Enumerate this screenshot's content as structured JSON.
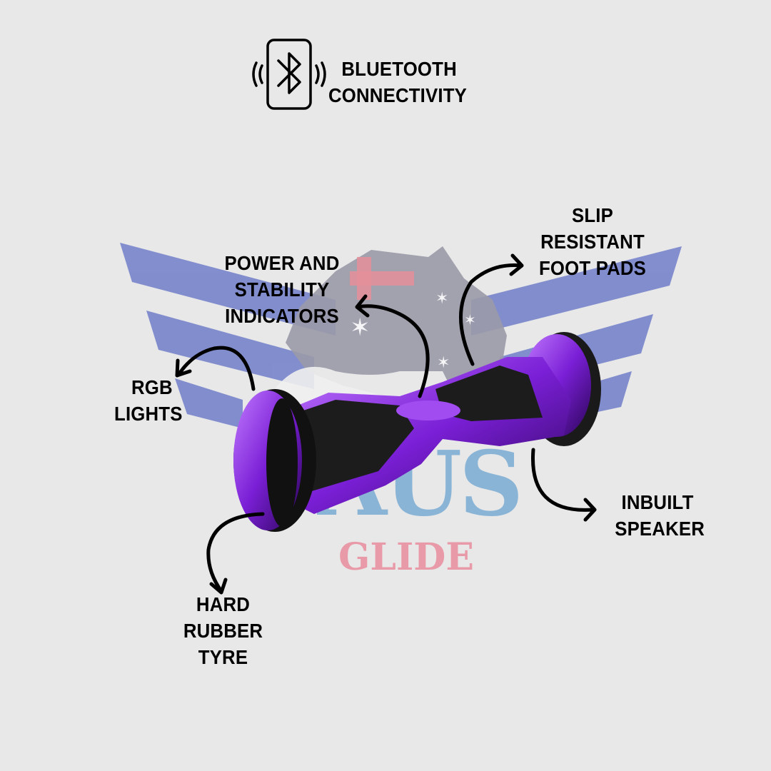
{
  "header": {
    "icon": "bluetooth-phone-icon",
    "lines": [
      "BLUETOOTH",
      "CONNECTIVITY"
    ]
  },
  "features": {
    "power": [
      "POWER AND",
      "STABILITY",
      "INDICATORS"
    ],
    "slip": [
      "SLIP",
      "RESISTANT",
      "FOOT PADS"
    ],
    "rgb": [
      "RGB",
      "LIGHTS"
    ],
    "speaker": [
      "INBUILT",
      "SPEAKER"
    ],
    "tyre": [
      "HARD",
      "RUBBER",
      "TYRE"
    ]
  },
  "watermark": {
    "top": "AUS",
    "bottom": "GLIDE"
  },
  "colors": {
    "background": "#e8e8e8",
    "wings": "#7d89cc",
    "board": "#8a2be2",
    "watermark_blue": "#8ab4d6",
    "watermark_pink": "#e89aa8"
  }
}
